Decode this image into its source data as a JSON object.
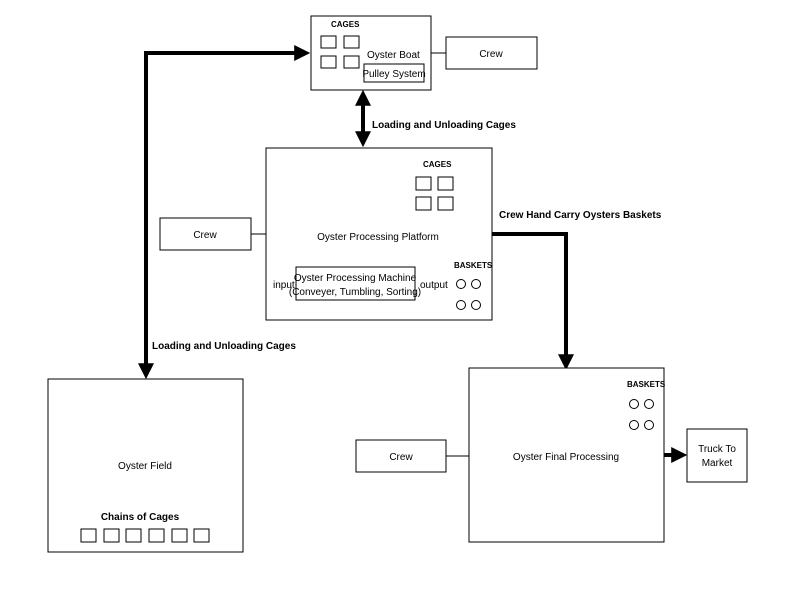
{
  "boat": {
    "cages_label": "CAGES",
    "title": "Oyster Boat",
    "pulley": "Pulley System",
    "crew": "Crew"
  },
  "platform": {
    "cages_label": "CAGES",
    "title": "Oyster Processing Platform",
    "crew": "Crew",
    "machine_line1": "Oyster Processing Machine",
    "machine_line2": "(Conveyer, Tumbling, Sorting)",
    "input": "input",
    "output": "output",
    "baskets_label": "BASKETS"
  },
  "field": {
    "title": "Oyster Field",
    "chains_label": "Chains of Cages"
  },
  "final": {
    "title": "Oyster Final Processing",
    "baskets_label": "BASKETS",
    "crew": "Crew",
    "truck_line1": "Truck To",
    "truck_line2": "Market"
  },
  "connections": {
    "boat_platform": "Loading and Unloading Cages",
    "field_boat": "Loading and Unloading Cages",
    "platform_final": "Crew Hand Carry Oysters Baskets"
  }
}
